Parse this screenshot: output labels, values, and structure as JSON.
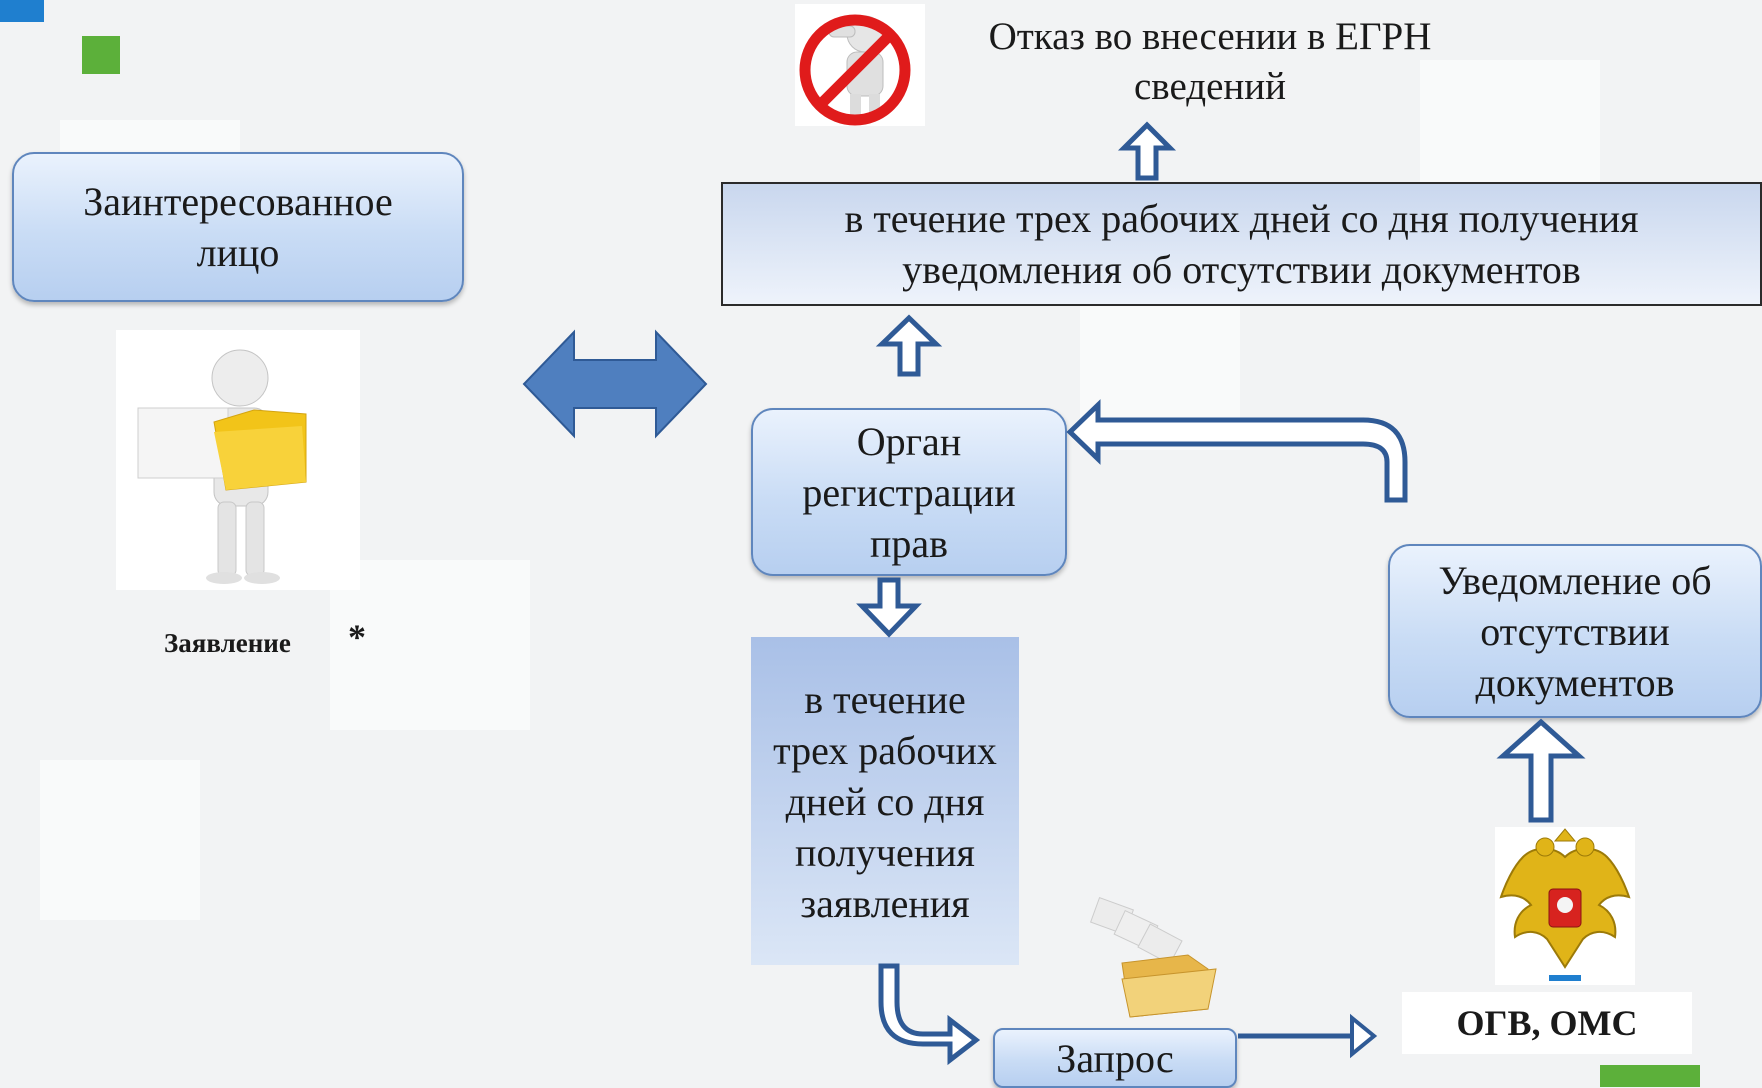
{
  "diagram": {
    "refusal_label": "Отказ во внесении в ЕГРН сведений",
    "deadline_top": "в течение трех рабочих дней со дня получения уведомления об отсутствии документов",
    "applicant": "Заинтересованное лицо",
    "application_label": "Заявление",
    "asterisk": "*",
    "registration_body": "Орган регистрации прав",
    "notification": "Уведомление об отсутствии документов",
    "deadline_bottom": "в течение трех рабочих дней со дня получения заявления",
    "request": "Запрос",
    "authorities_label": "ОГВ, ОМС"
  },
  "colors": {
    "arrow_outline": "#2f5a96",
    "double_arrow_fill": "#4f7fbf",
    "box_border": "#5f86bd",
    "green_square": "#5cb03a",
    "blue_square": "#1f7fcf"
  },
  "icons": [
    "no-entry-figure-icon",
    "person-with-folder-icon",
    "open-folder-documents-icon",
    "russian-coat-of-arms-icon"
  ]
}
